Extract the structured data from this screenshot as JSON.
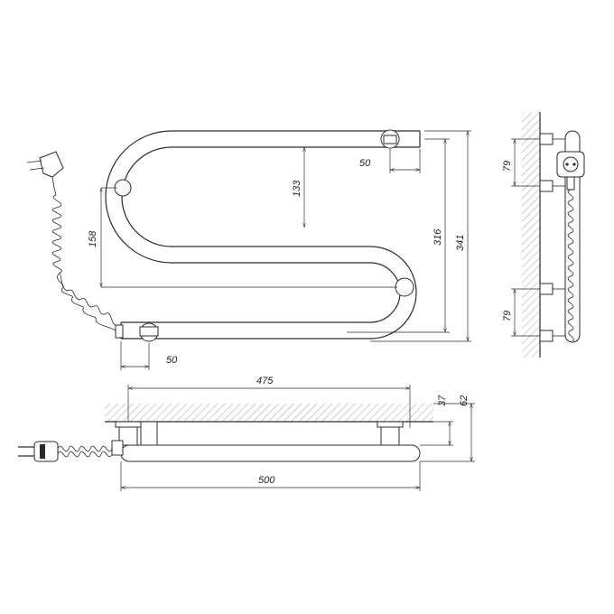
{
  "dimensions": {
    "front_top_offset": "50",
    "front_bend_gap": "133",
    "front_mount_spacing": "158",
    "front_height_inner": "316",
    "front_height_outer": "341",
    "front_bottom_offset": "50",
    "side_top_spacing": "79",
    "side_bottom_spacing": "79",
    "top_mount_distance": "475",
    "top_total_width": "500",
    "top_depth_inner": "37",
    "top_depth_outer": "62"
  },
  "colors": {
    "line": "#2b2b2b",
    "hatch": "#666666",
    "background": "#ffffff"
  }
}
